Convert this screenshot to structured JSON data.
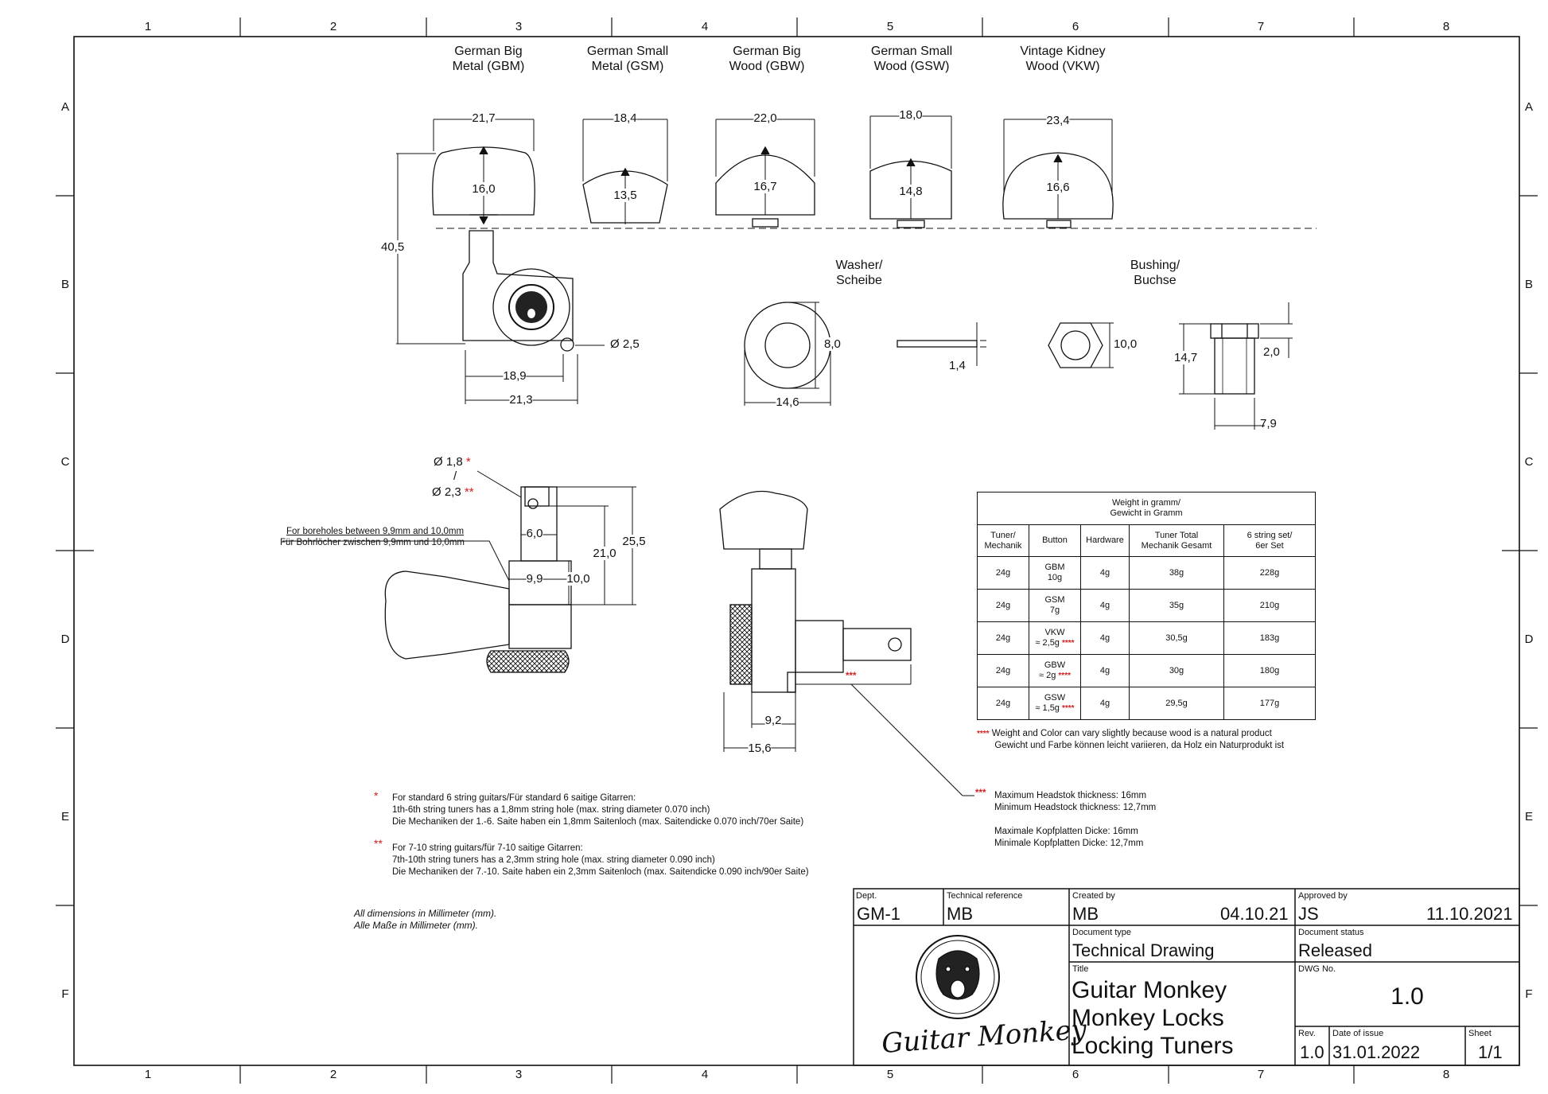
{
  "border": {
    "columns": [
      "1",
      "2",
      "3",
      "4",
      "5",
      "6",
      "7",
      "8"
    ],
    "rows": [
      "A",
      "B",
      "C",
      "D",
      "E",
      "F"
    ]
  },
  "knobs": [
    {
      "name_line1": "German Big",
      "name_line2": "Metal (GBM)",
      "width": "21,7",
      "height": "16,0"
    },
    {
      "name_line1": "German Small",
      "name_line2": "Metal (GSM)",
      "width": "18,4",
      "height": "13,5"
    },
    {
      "name_line1": "German Big",
      "name_line2": "Wood (GBW)",
      "width": "22,0",
      "height": "16,7"
    },
    {
      "name_line1": "German Small",
      "name_line2": "Wood (GSW)",
      "width": "18,0",
      "height": "14,8"
    },
    {
      "name_line1": "Vintage Kidney",
      "name_line2": "Wood (VKW)",
      "width": "23,4",
      "height": "16,6"
    }
  ],
  "tuner_side": {
    "height": "40,5",
    "hole": "Ø 2,5",
    "w1": "18,9",
    "w2": "21,3"
  },
  "washer": {
    "label_line1": "Washer/",
    "label_line2": "Scheibe",
    "outer": "8,0",
    "diameter": "14,6",
    "thickness": "1,4"
  },
  "bushing": {
    "label_line1": "Bushing/",
    "label_line2": "Buchse",
    "hex": "10,0",
    "height": "14,7",
    "flange": "2,0",
    "width": "7,9"
  },
  "post": {
    "hole_top": "Ø 1,8",
    "hole_slash": "/",
    "hole_bottom": "Ø 2,3",
    "star1": "*",
    "star2": "**",
    "bore_en": "For boreholes between 9,9mm and 10,0mm",
    "bore_de": "Für Bohrlöcher zwischen 9,9mm und 10,0mm",
    "d1": "6,0",
    "d2": "21,0",
    "d3": "25,5",
    "d4": "9,9",
    "d5": "10,0"
  },
  "front": {
    "w1": "9,2",
    "w2": "15,6",
    "stars": "***"
  },
  "weight_table": {
    "title_line1": "Weight in gramm/",
    "title_line2": "Gewicht in Gramm",
    "headers": [
      {
        "l1": "Tuner/",
        "l2": "Mechanik"
      },
      {
        "l1": "Button",
        "l2": ""
      },
      {
        "l1": "Hardware",
        "l2": ""
      },
      {
        "l1": "Tuner Total",
        "l2": "Mechanik Gesamt"
      },
      {
        "l1": "6 string set/",
        "l2": "6er Set"
      }
    ],
    "rows": [
      {
        "tuner": "24g",
        "b1": "GBM",
        "b2": "10g",
        "b_star": "",
        "hw": "4g",
        "total": "38g",
        "set": "228g"
      },
      {
        "tuner": "24g",
        "b1": "GSM",
        "b2": "7g",
        "b_star": "",
        "hw": "4g",
        "total": "35g",
        "set": "210g"
      },
      {
        "tuner": "24g",
        "b1": "VKW",
        "b2": "≈ 2,5g",
        "b_star": "****",
        "hw": "4g",
        "total": "30,5g",
        "set": "183g"
      },
      {
        "tuner": "24g",
        "b1": "GBW",
        "b2": "≈ 2g",
        "b_star": "****",
        "hw": "4g",
        "total": "30g",
        "set": "180g"
      },
      {
        "tuner": "24g",
        "b1": "GSW",
        "b2": "≈ 1,5g",
        "b_star": "****",
        "hw": "4g",
        "total": "29,5g",
        "set": "177g"
      }
    ],
    "note_star": "****",
    "note_en": "Weight and Color can vary slightly because wood is a natural product",
    "note_de": "Gewicht und Farbe können leicht variieren, da Holz ein Naturprodukt ist"
  },
  "headstock": {
    "star": "***",
    "l1": "Maximum Headstok thickness: 16mm",
    "l2": "Minimum Headstock thickness: 12,7mm",
    "l3": "Maximale Kopfplatten Dicke: 16mm",
    "l4": "Minimale Kopfplatten Dicke: 12,7mm"
  },
  "footnotes": {
    "s1": "*",
    "n1_1": "For standard 6 string guitars/Für standard 6 saitige Gitarren:",
    "n1_2": "1th-6th string tuners has a 1,8mm string hole (max. string diameter 0.070 inch)",
    "n1_3": "Die Mechaniken der 1.-6. Saite haben ein 1,8mm Saitenloch (max. Saitendicke 0.070 inch/70er Saite)",
    "s2": "**",
    "n2_1": "For 7-10 string guitars/für 7-10 saitige Gitarren:",
    "n2_2": "7th-10th string tuners has a 2,3mm string hole (max. string diameter 0.090 inch)",
    "n2_3": "Die Mechaniken der 7.-10. Saite haben ein 2,3mm Saitenloch (max. Saitendicke 0.090 inch/90er Saite)"
  },
  "units": {
    "en": "All dimensions in Millimeter (mm).",
    "de": "Alle Maße in Millimeter (mm)."
  },
  "title_block": {
    "dept_label": "Dept.",
    "dept": "GM-1",
    "techref_label": "Technical reference",
    "techref": "MB",
    "created_label": "Created by",
    "created_by": "MB",
    "created_date": "04.10.21",
    "approved_label": "Approved by",
    "approved_by": "JS",
    "approved_date": "11.10.2021",
    "doctype_label": "Document type",
    "doctype": "Technical Drawing",
    "status_label": "Document status",
    "status": "Released",
    "title_label": "Title",
    "title_1": "Guitar Monkey",
    "title_2": "Monkey Locks",
    "title_3": "Locking Tuners",
    "dwg_label": "DWG No.",
    "dwg": "1.0",
    "rev_label": "Rev.",
    "rev": "1.0",
    "issue_label": "Date of issue",
    "issue": "31.01.2022",
    "sheet_label": "Sheet",
    "sheet": "1/1",
    "logo_script": "Guitar Monkey"
  }
}
